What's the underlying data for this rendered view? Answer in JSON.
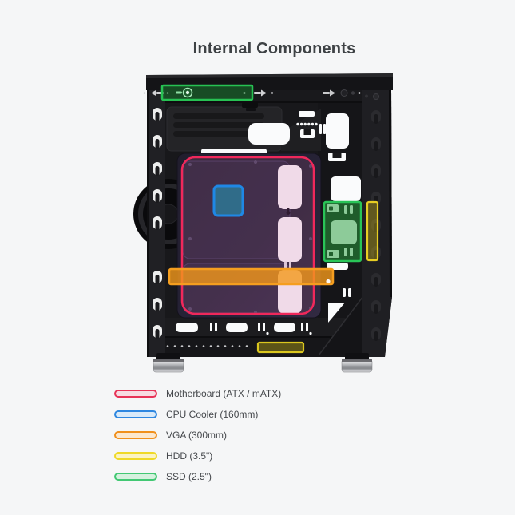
{
  "page": {
    "title": "Internal Components"
  },
  "legend": {
    "items": [
      {
        "id": "motherboard",
        "label": "Motherboard (ATX / mATX)",
        "border_color": "#e73357",
        "fill_color": "#f7dbe2"
      },
      {
        "id": "cpu-cooler",
        "label": "CPU Cooler (160mm)",
        "border_color": "#2e87e0",
        "fill_color": "#d9eaf9"
      },
      {
        "id": "vga",
        "label": "VGA (300mm)",
        "border_color": "#f0901d",
        "fill_color": "#fce8cf"
      },
      {
        "id": "hdd",
        "label": "HDD (3.5\")",
        "border_color": "#efd926",
        "fill_color": "#fbf4c1"
      },
      {
        "id": "ssd",
        "label": "SSD (2.5\")",
        "border_color": "#42c873",
        "fill_color": "#d5f1de"
      }
    ]
  },
  "annotations": {
    "ssd_top": {
      "stroke": "#27c153",
      "fill": "rgba(24,118,46,0.55)"
    },
    "motherboard": {
      "stroke": "#f0285b",
      "fill": "rgba(242,118,168,0.13)"
    },
    "cpu_cooler": {
      "stroke": "#1f88e5",
      "fill": "rgba(44,124,152,0.80)"
    },
    "vga": {
      "stroke": "#f59e1f",
      "fill": "rgba(244,152,26,0.80)"
    },
    "ssd_side": {
      "stroke": "#29c457",
      "fill": "rgba(40,160,62,0.52)"
    },
    "hdd_side": {
      "stroke": "#e7cd23",
      "fill": "rgba(188,168,26,0.42)"
    },
    "hdd_bottom": {
      "stroke": "#dac61e",
      "fill": "rgba(178,160,22,0.45)"
    }
  }
}
